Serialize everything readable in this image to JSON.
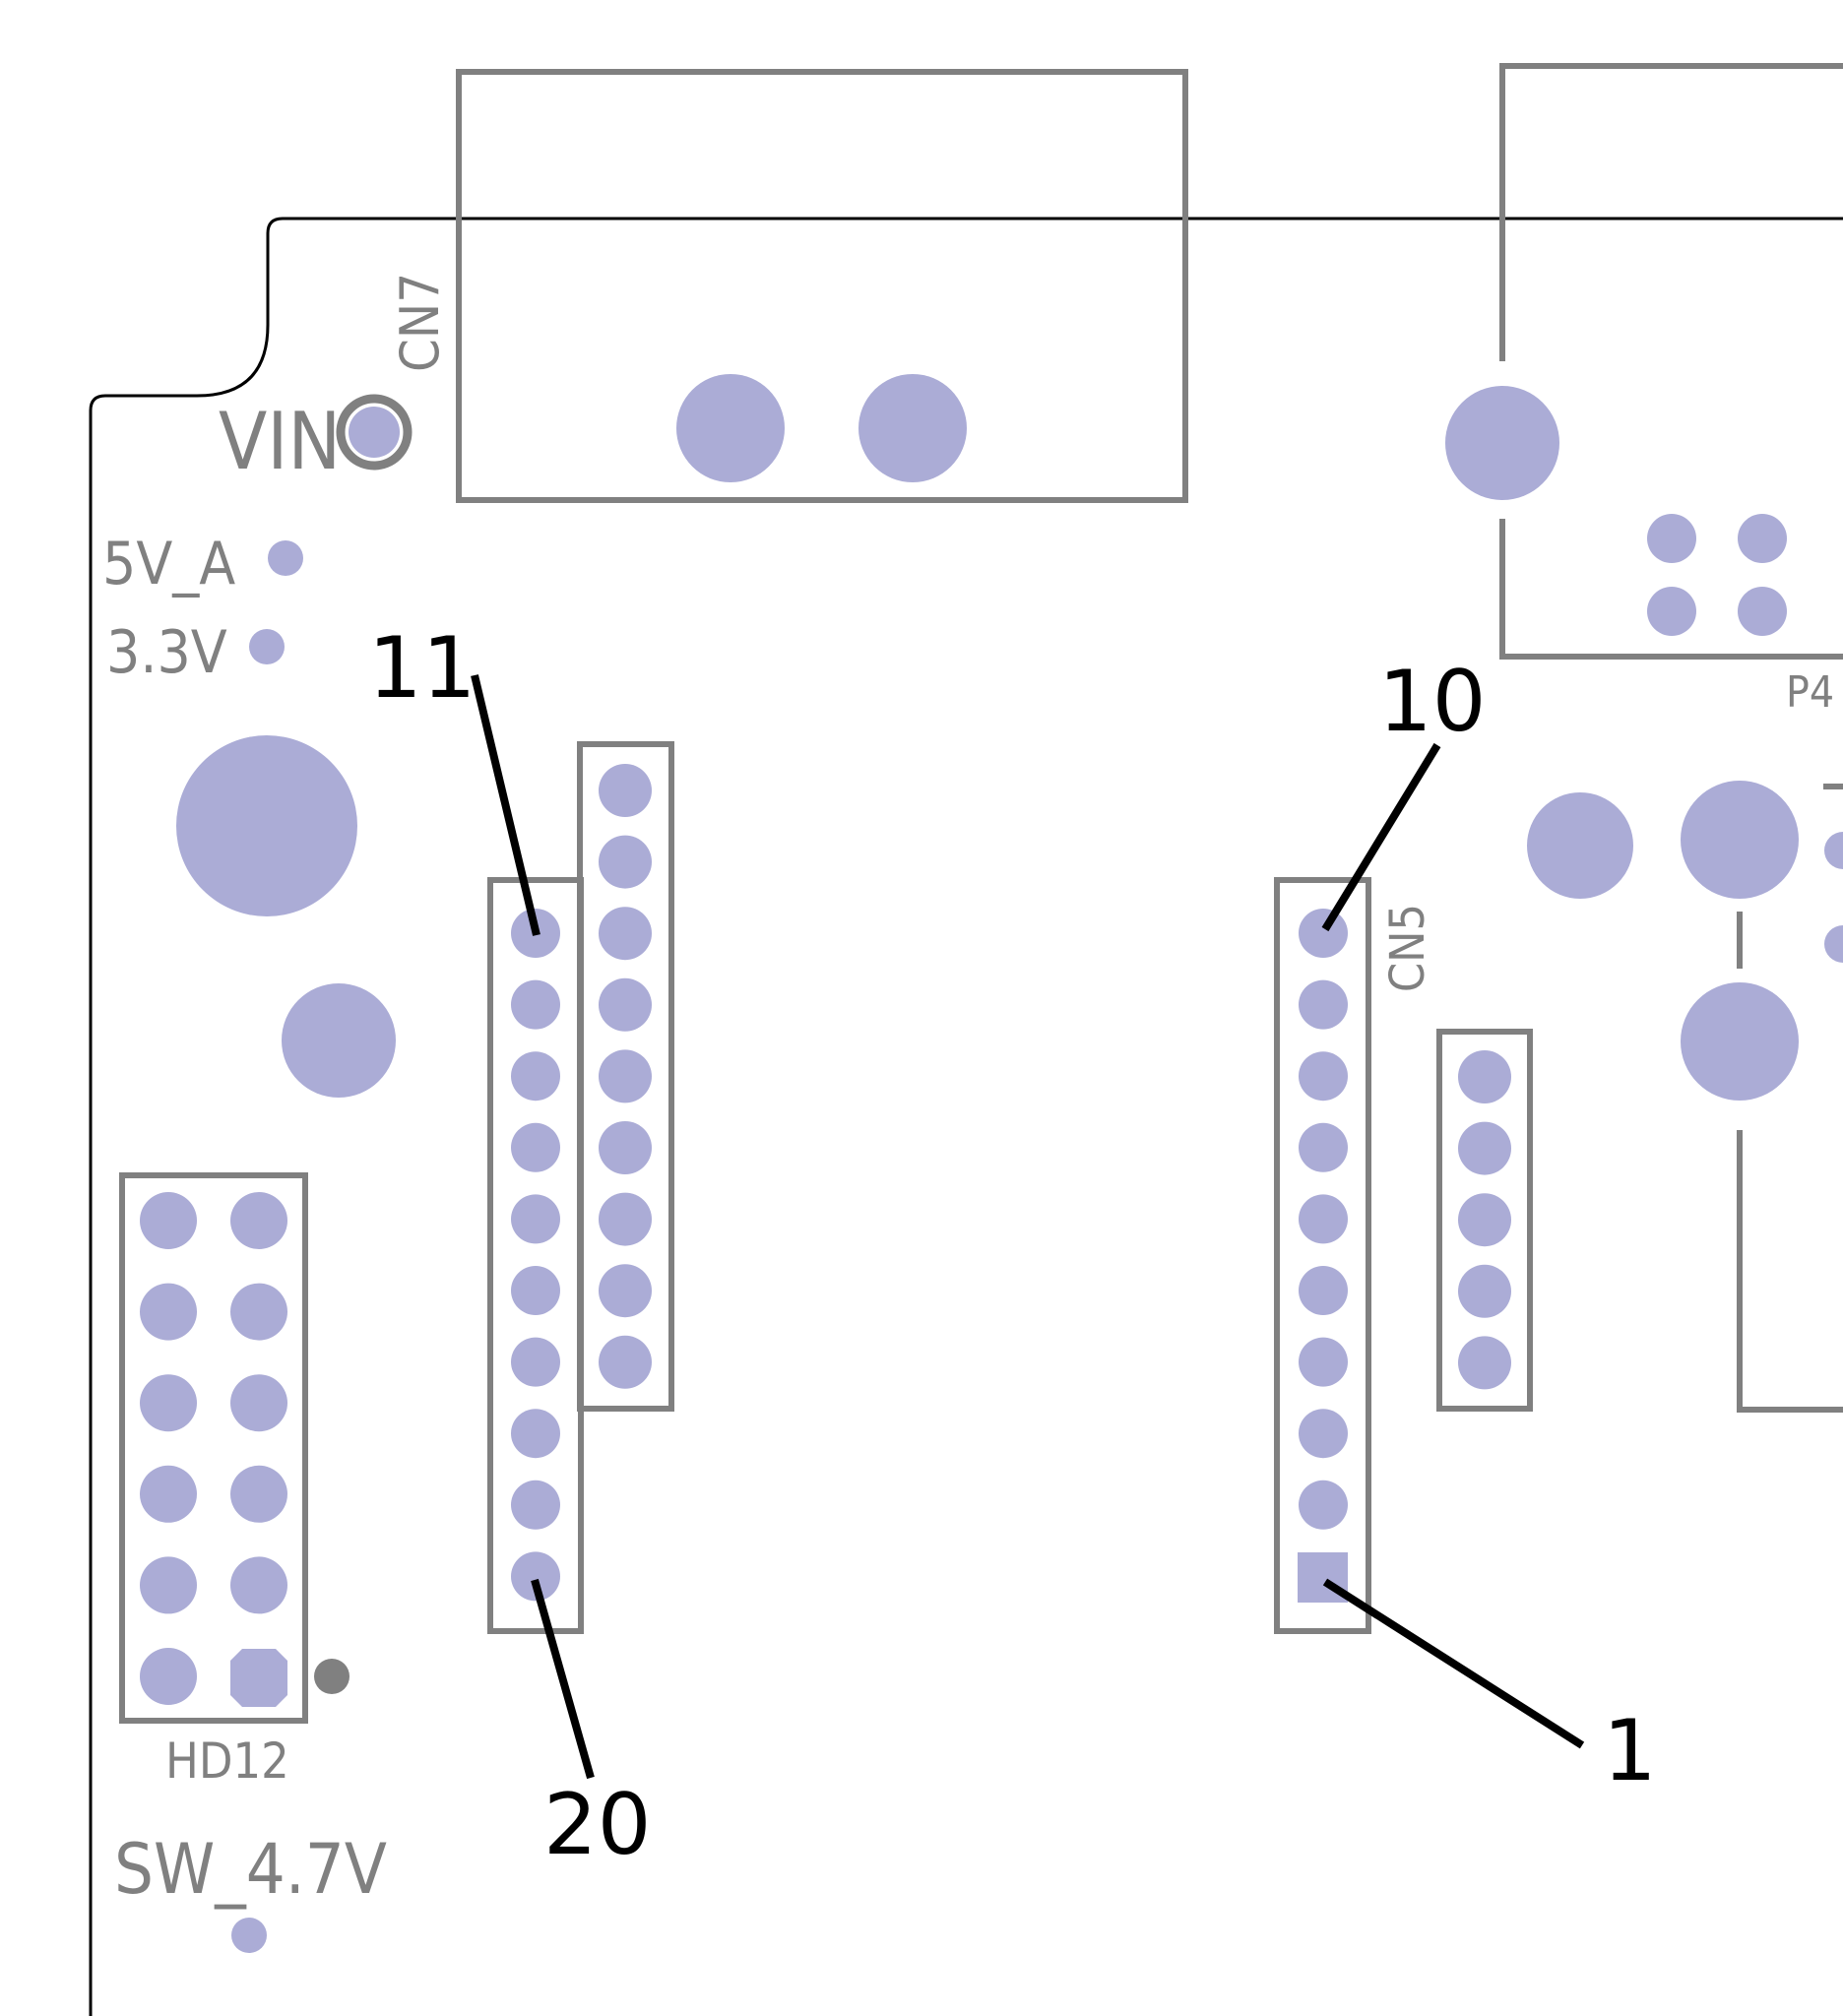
{
  "colors": {
    "pad": "#abacd6",
    "silkscreen": "#808080",
    "callout": "#000000",
    "board_outline": "#000000",
    "background": "#ffffff"
  },
  "silkscreen_labels": {
    "cn7": "CN7",
    "vin": "VIN",
    "v5a": "5V_A",
    "v33": "3.3V",
    "cn5": "CN5",
    "hd12": "HD12",
    "sw47": "SW_4.7V",
    "p4": "P4"
  },
  "callouts": {
    "pin11": "11",
    "pin20": "20",
    "pin10": "10",
    "pin1": "1"
  },
  "connectors": {
    "left_header_pins": 10,
    "cn5_pins": 10,
    "upper_header_pins": 9,
    "small_header_pins": 5,
    "hd12_pins": 12
  }
}
